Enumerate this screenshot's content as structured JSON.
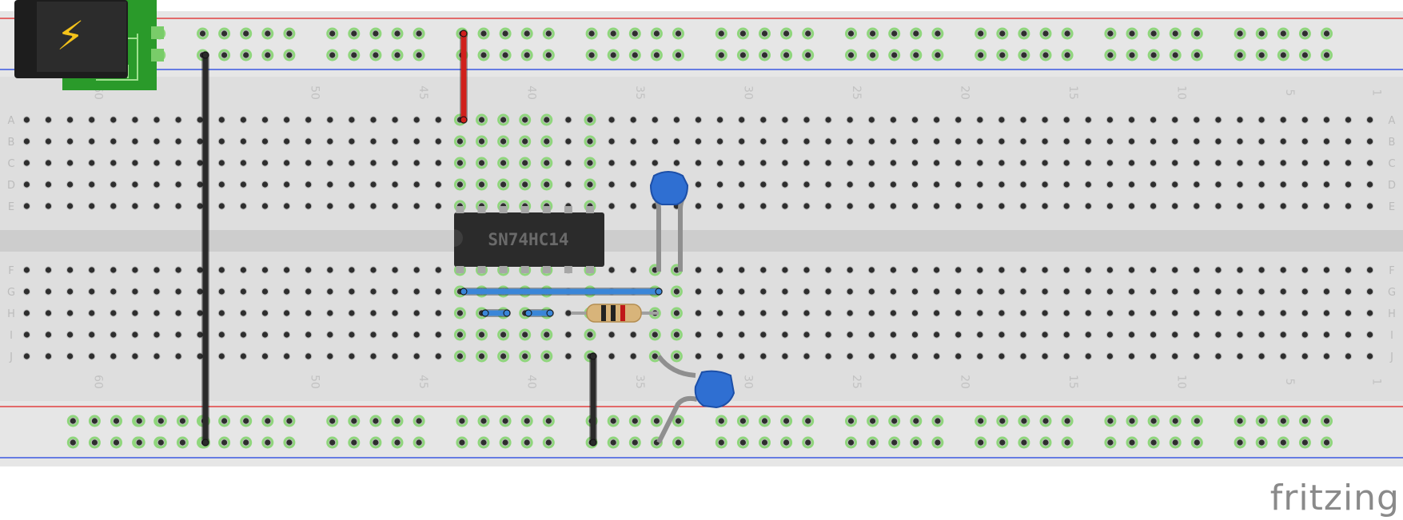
{
  "app": {
    "watermark": "fritzing"
  },
  "breadboard": {
    "columns": 63,
    "rows_top": [
      "A",
      "B",
      "C",
      "D",
      "E"
    ],
    "rows_bottom": [
      "F",
      "G",
      "H",
      "I",
      "J"
    ],
    "column_labels": [
      "60",
      "50",
      "45",
      "40",
      "35",
      "30",
      "25",
      "20",
      "15",
      "10",
      "5",
      "1"
    ],
    "rail_colors": {
      "positive": "#e02020",
      "negative": "#1a3ce0"
    }
  },
  "chip": {
    "label": "SN74HC14",
    "pins_per_side": 7
  },
  "power_jack": {
    "symbol": "⚡"
  },
  "resistor": {
    "bands": [
      "#222222",
      "#222222",
      "#c01818"
    ]
  },
  "capacitors": [
    {
      "name": "ceramic-capacitor"
    },
    {
      "name": "ceramic-capacitor"
    }
  ],
  "wires": [
    {
      "name": "ground-wire",
      "color": "#2a2a2a"
    },
    {
      "name": "power-wire",
      "color": "#d0201b"
    },
    {
      "name": "jumper-wire",
      "color": "#3a86d8"
    },
    {
      "name": "jumper-wire",
      "color": "#3a86d8"
    },
    {
      "name": "jumper-wire",
      "color": "#3a86d8"
    },
    {
      "name": "ground-wire",
      "color": "#2a2a2a"
    }
  ]
}
